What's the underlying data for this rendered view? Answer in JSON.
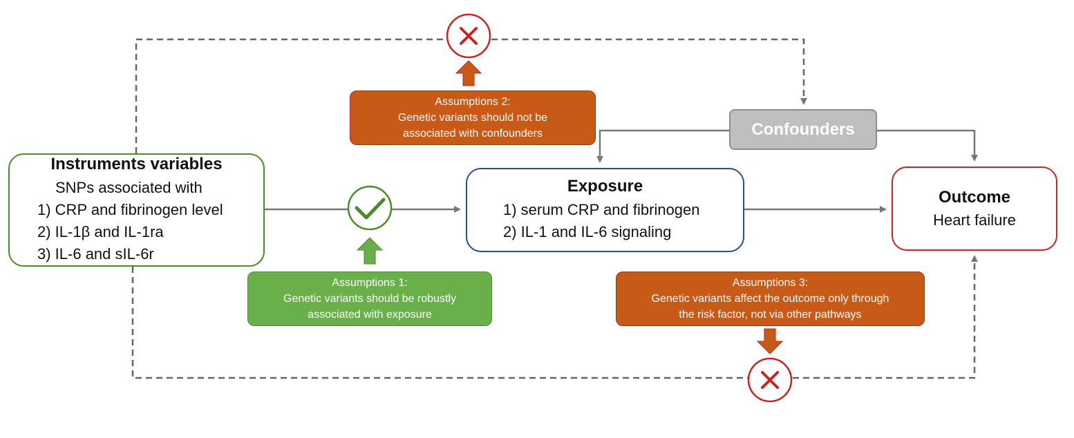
{
  "instruments": {
    "title": "Instruments variables",
    "subtitle": "SNPs associated with",
    "items": [
      "1) CRP and fibrinogen level",
      "2) IL-1β and IL-1ra",
      "3) IL-6 and sIL-6r"
    ]
  },
  "exposure": {
    "title": "Exposure",
    "items": [
      "1) serum CRP and fibrinogen",
      "2) IL-1 and IL-6 signaling"
    ]
  },
  "outcome": {
    "title": "Outcome",
    "subtitle": "Heart failure"
  },
  "confounders": {
    "label": "Confounders"
  },
  "assumptions": [
    {
      "lines": [
        "Assumptions 1:",
        "Genetic variants should be robustly",
        "associated with exposure"
      ]
    },
    {
      "lines": [
        "Assumptions 2:",
        "Genetic variants should not be",
        "associated with confounders"
      ]
    },
    {
      "lines": [
        "Assumptions 3:",
        "Genetic variants affect the outcome  only through",
        "the risk factor, not via other pathways"
      ]
    }
  ],
  "colors": {
    "green": "#4a8a2a",
    "green_fill": "#6ab04a",
    "blue": "#2a4a9a",
    "red": "#cc2222",
    "orange_fill": "#c85a17",
    "gray_line": "#777777",
    "gray_dash": "#666666",
    "confounder_fill": "#bfbfbf"
  },
  "icons": {
    "check": "check-circle-icon",
    "cross_top": "cross-circle-icon",
    "cross_bottom": "cross-circle-icon",
    "up_arrow_green": "up-arrow-icon",
    "up_arrow_orange": "up-arrow-icon",
    "down_arrow_orange": "down-arrow-icon"
  }
}
